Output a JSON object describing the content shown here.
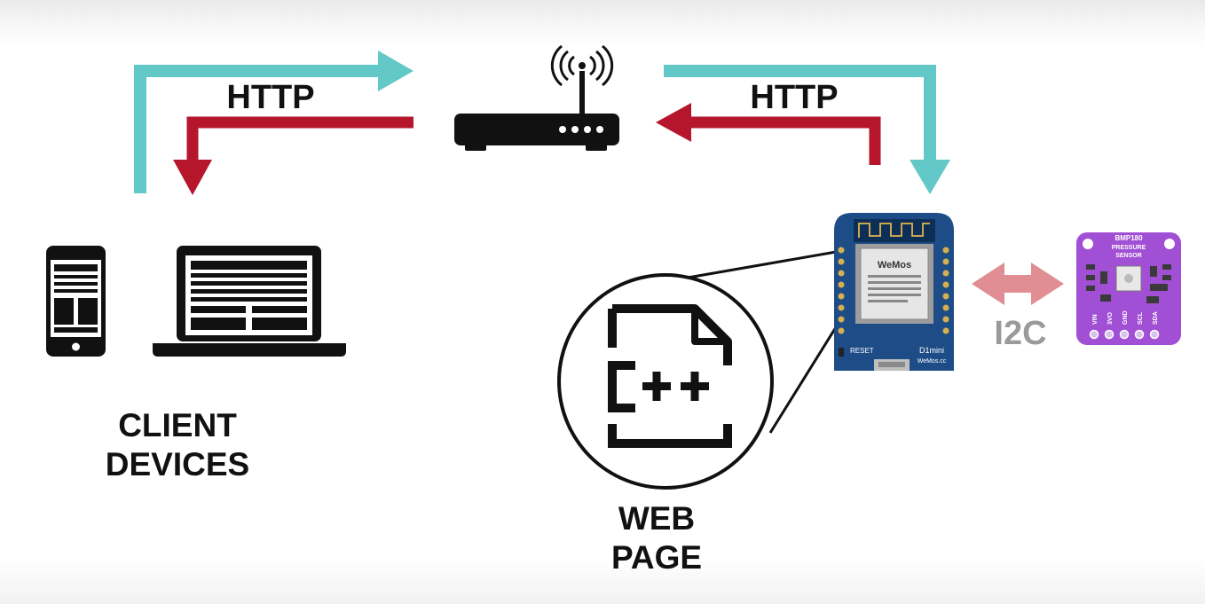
{
  "labels": {
    "http_left": "HTTP",
    "http_right": "HTTP",
    "client_line1": "CLIENT",
    "client_line2": "DEVICES",
    "web_line1": "WEB",
    "web_line2": "PAGE",
    "i2c": "I2C"
  },
  "board": {
    "module_brand": "WeMos",
    "board_name": "D1mini",
    "reset_label": "RESET",
    "site": "WeMos.cc"
  },
  "sensor": {
    "line1": "BMP180",
    "line2": "PRESSURE",
    "line3": "SENSOR",
    "pins": [
      "VIN",
      "3VO",
      "GND",
      "SCL",
      "SDA"
    ]
  },
  "colors": {
    "request_arrow": "#62c8c8",
    "response_arrow": "#b5162b",
    "i2c_arrow": "#e08e93",
    "board": "#1e4c86",
    "sensor": "#a14fd4"
  },
  "icons": [
    "wifi-router-icon",
    "smartphone-icon",
    "laptop-icon",
    "cpp-file-icon",
    "wemos-d1-mini-board",
    "bmp180-sensor-board"
  ]
}
